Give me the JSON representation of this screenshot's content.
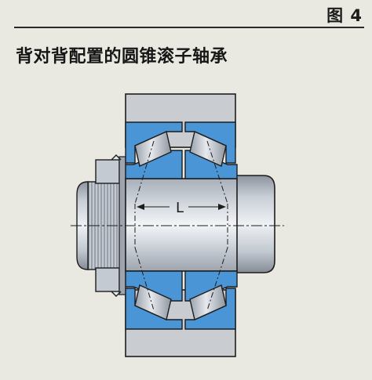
{
  "figure": {
    "label": "图 4",
    "title": "背对背配置的圆锥滚子轴承"
  },
  "diagram": {
    "dimension_label": "L"
  },
  "colors": {
    "background": "#e9e9e1",
    "bearing_blue": "#4a95d6",
    "housing_gray": "#c9ccd1",
    "roller_gray": "#b7bdc6",
    "shaft_gray": "#b9c0ca",
    "outline": "#1d1d1d"
  }
}
